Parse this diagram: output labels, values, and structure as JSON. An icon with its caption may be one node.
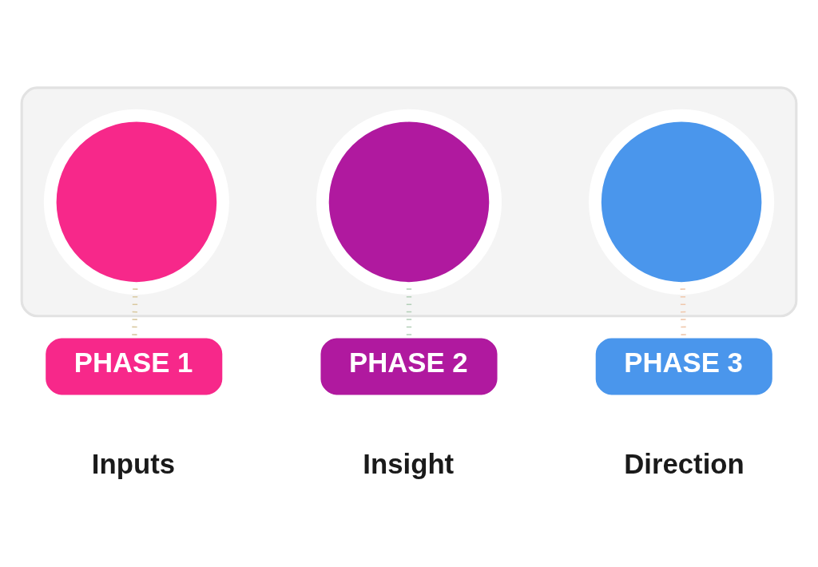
{
  "diagram": {
    "nodes": [
      {
        "text": [],
        "shape": "band"
      },
      {
        "text": [],
        "shape": "circle",
        "in": 0
      },
      {
        "text": [],
        "shape": "circle",
        "in": 0
      },
      {
        "text": [],
        "shape": "circle",
        "in": 0
      },
      {
        "text": [
          "PHASE 1"
        ],
        "beside": [
          "Inputs"
        ]
      },
      {
        "text": [
          "PHASE 2"
        ],
        "beside": [
          "Insight"
        ]
      },
      {
        "text": [
          "PHASE 3"
        ],
        "beside": [
          "Direction"
        ]
      }
    ],
    "edges": [
      {
        "from": 1,
        "to": 4,
        "arrow": "none",
        "style": "dashed",
        "color": "#d9c9a0"
      },
      {
        "from": 2,
        "to": 5,
        "arrow": "none",
        "style": "dashed",
        "color": "#b3cfb8"
      },
      {
        "from": 3,
        "to": 6,
        "arrow": "none",
        "style": "dashed",
        "color": "#f0c8ac"
      }
    ]
  }
}
